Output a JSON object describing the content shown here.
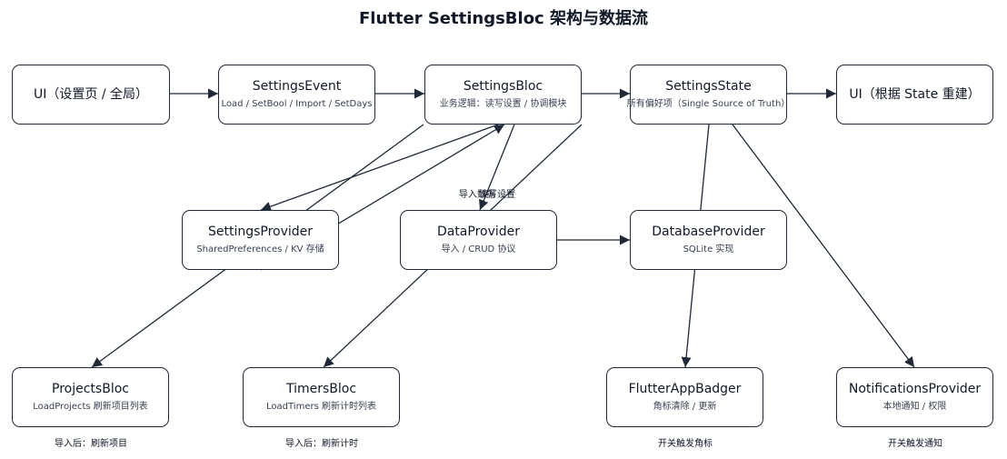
{
  "title": "Flutter SettingsBloc 架构与数据流",
  "nodes": {
    "ui_source": {
      "title": "UI（设置页 / 全局）"
    },
    "settings_event": {
      "title": "SettingsEvent",
      "subtitle": "Load / SetBool / Import / SetDays"
    },
    "settings_bloc": {
      "title": "SettingsBloc",
      "subtitle": "业务逻辑：读写设置 / 协调模块"
    },
    "settings_state": {
      "title": "SettingsState",
      "subtitle": "所有偏好项（Single Source of Truth）"
    },
    "ui_rebuild": {
      "title": "UI（根据 State 重建）"
    },
    "settings_provider": {
      "title": "SettingsProvider",
      "subtitle": "SharedPreferences / KV 存储"
    },
    "data_provider": {
      "title": "DataProvider",
      "subtitle": "导入 / CRUD 协议"
    },
    "database_provider": {
      "title": "DatabaseProvider",
      "subtitle": "SQLite 实现"
    },
    "projects_bloc": {
      "title": "ProjectsBloc",
      "subtitle": "LoadProjects 刷新项目列表"
    },
    "timers_bloc": {
      "title": "TimersBloc",
      "subtitle": "LoadTimers 刷新计时列表"
    },
    "flutter_app_badger": {
      "title": "FlutterAppBadger",
      "subtitle": "角标清除 / 更新"
    },
    "notifications_provider": {
      "title": "NotificationsProvider",
      "subtitle": "本地通知 / 权限"
    }
  },
  "notes": {
    "projects": "导入后：刷新项目",
    "timers": "导入后：刷新计时",
    "badger": "开关触发角标",
    "notifications": "开关触发通知"
  },
  "edge_labels": {
    "import_data": "导入数据",
    "read_write_settings": "读写设置"
  },
  "colors": {
    "stroke": "#1f2937",
    "text": "#111827"
  }
}
